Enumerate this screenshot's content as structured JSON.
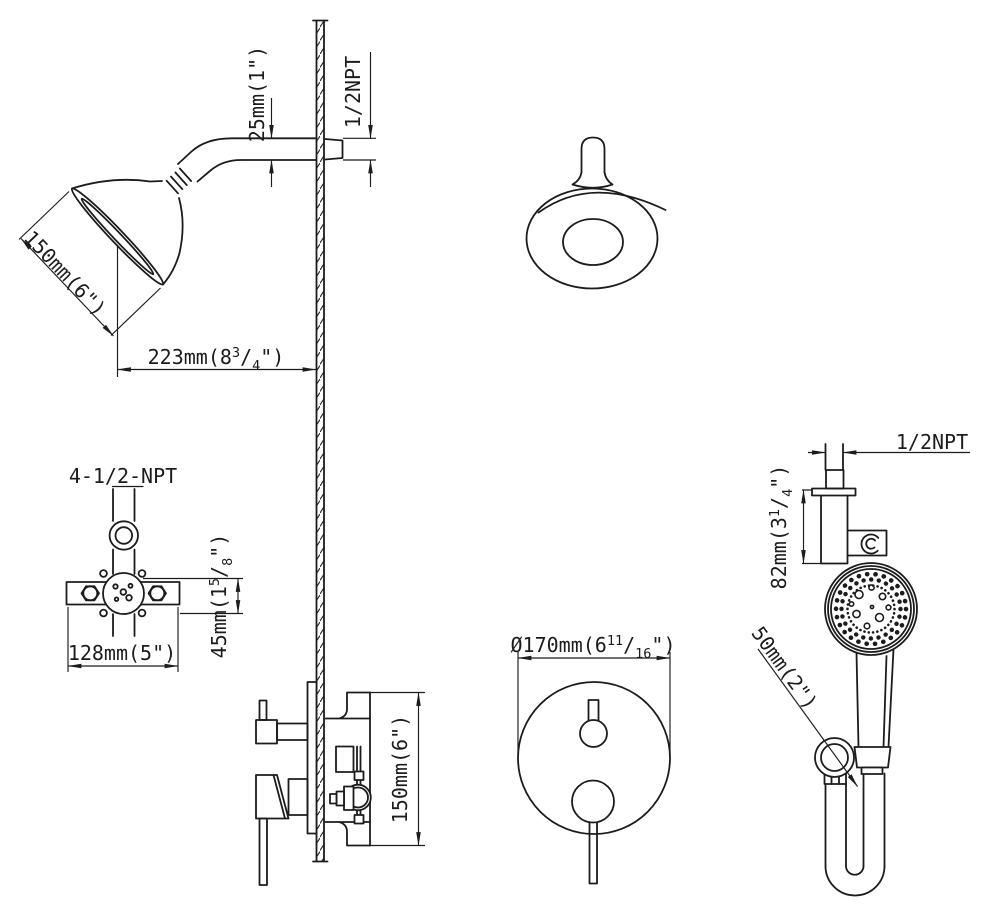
{
  "drawing": {
    "title": "shower-system-installation-diagram",
    "ink_color": "#1c1c1c",
    "paper_color": "#ffffff"
  },
  "views": {
    "shower_head_side": {
      "dims": {
        "arm_od": "25mm(1\")",
        "arm_thread": "1/2NPT",
        "face_diameter": "150mm(6\")",
        "reach": {
          "pre": "223mm(8",
          "num": "3",
          "sep": "/",
          "den": "4",
          "post": "\")"
        }
      }
    },
    "rough_in_valve_front": {
      "dims": {
        "ports_thread": "4-1/2-NPT",
        "width": "128mm(5\")",
        "height": {
          "pre": "45mm(1",
          "num": "5",
          "sep": "/",
          "den": "8",
          "post": "\")"
        }
      }
    },
    "valve_trim_side": {
      "dims": {
        "depth": "150mm(6\")"
      }
    },
    "trim_plate_front": {
      "dims": {
        "diameter": {
          "pre": "Ø170mm(6",
          "num": "11",
          "sep": "/",
          "den": "16",
          "post": "\")"
        }
      }
    },
    "hand_shower": {
      "dims": {
        "supply_thread": "1/2NPT",
        "bracket_height": {
          "pre": "82mm(3",
          "num": "1",
          "sep": "/",
          "den": "4",
          "post": "\")"
        },
        "ring_diameter": "50mm(2\")"
      }
    }
  }
}
